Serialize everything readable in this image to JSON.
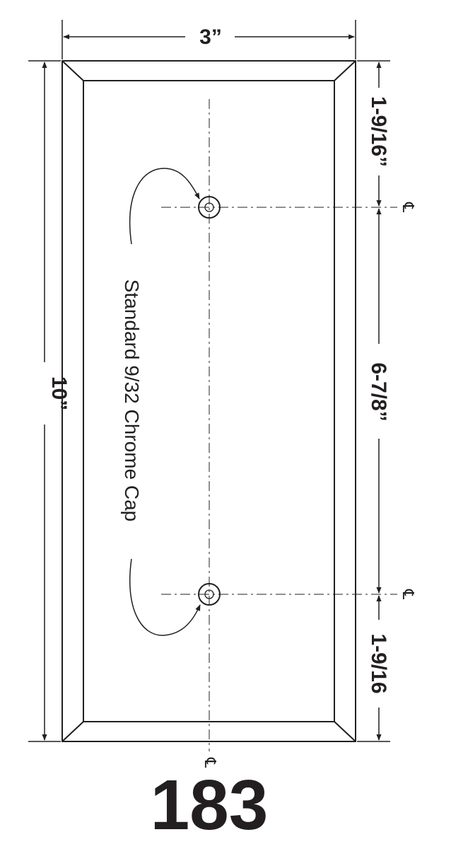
{
  "drawing": {
    "width_label": "3”",
    "height_label": "10”",
    "top_offset_label": "1-9/16”",
    "hole_spacing_label": "6-7/8”",
    "bottom_offset_label": "1-9/16",
    "hardware_note": "Standard 9/32 Chrome Cap",
    "centerline_symbol": "℄",
    "part_number": "183",
    "line_color": "#231f20"
  }
}
